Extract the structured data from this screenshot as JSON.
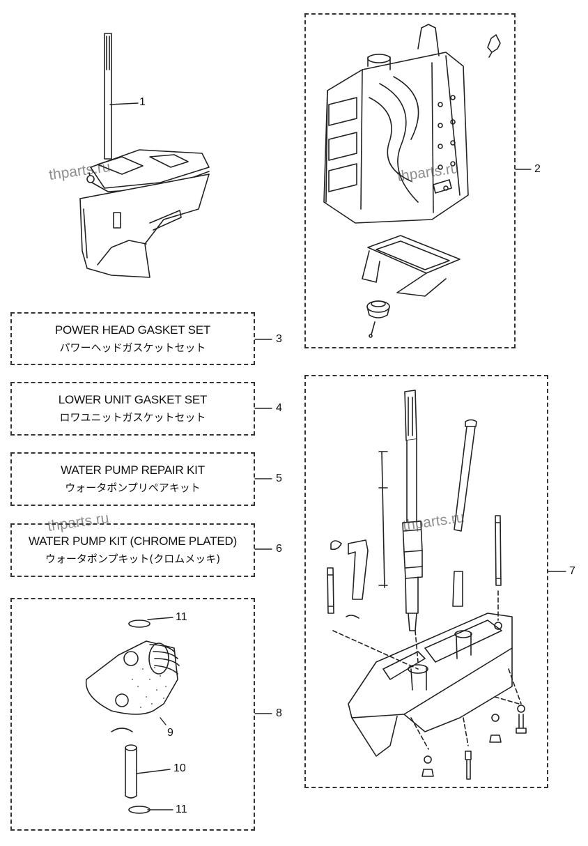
{
  "callouts": {
    "n1": "1",
    "n2": "2",
    "n3": "3",
    "n4": "4",
    "n5": "5",
    "n6": "6",
    "n7": "7",
    "n8": "8",
    "n9": "9",
    "n10": "10",
    "n11a": "11",
    "n11b": "11"
  },
  "kits": [
    {
      "en": "POWER HEAD GASKET SET",
      "jp": "パワーヘッドガスケットセット"
    },
    {
      "en": "LOWER UNIT GASKET SET",
      "jp": "ロワユニットガスケットセット"
    },
    {
      "en": "WATER PUMP REPAIR KIT",
      "jp": "ウォータポンプリペアキット"
    },
    {
      "en": "WATER PUMP KIT (CHROME PLATED)",
      "jp": "ウォータポンプキット(クロムメッキ)"
    }
  ],
  "watermarks": [
    "thparts.ru",
    "thparts.ru",
    "thparts.ru",
    "thparts.ru"
  ]
}
